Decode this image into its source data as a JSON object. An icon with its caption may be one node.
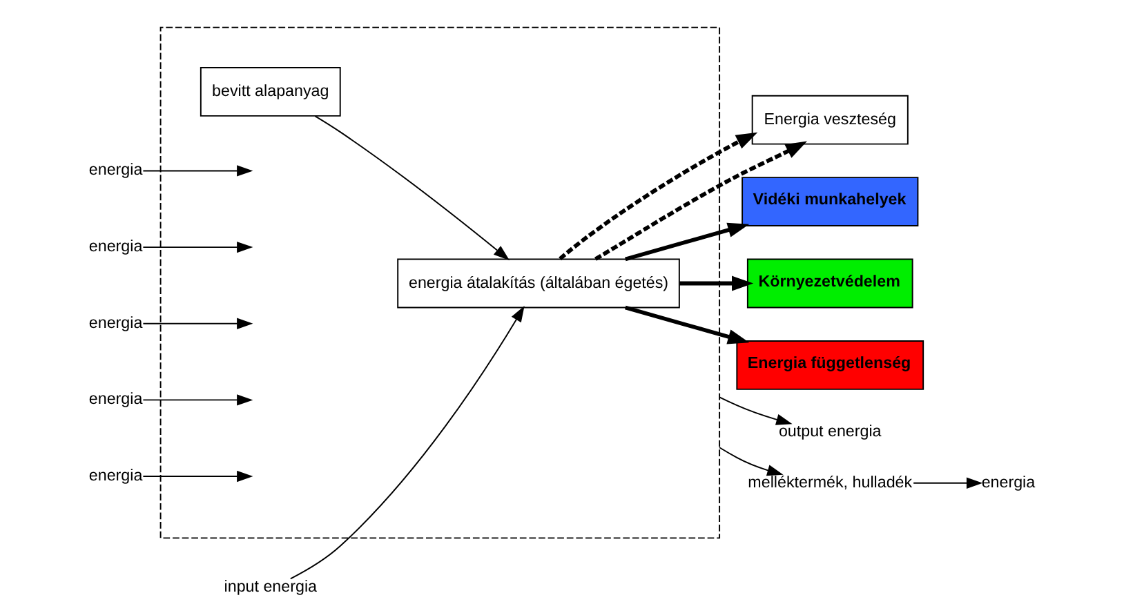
{
  "diagram": {
    "nodes": [
      {
        "text": [
          "Energia veszteség"
        ]
      },
      {
        "text": [],
        "shape": "box"
      },
      {
        "text": [
          "bevitt alapanyag"
        ],
        "in": 1
      },
      {
        "text": [
          "energia átalakítás (általában égetés)"
        ],
        "in": 1
      },
      {
        "text": [
          "Vidéki munkahelyek"
        ]
      },
      {
        "text": [
          "Környezetvédelem"
        ]
      },
      {
        "text": [
          "Energia függetlenség"
        ]
      },
      {
        "text": [
          "input energia"
        ]
      },
      {
        "text": [
          "output energia"
        ]
      },
      {
        "text": [
          "melléktermék, hulladék"
        ]
      },
      {
        "text": [
          "energia"
        ]
      },
      {
        "text": [
          "energia"
        ]
      },
      {
        "text": [
          "energia"
        ]
      },
      {
        "text": [
          "energia"
        ]
      },
      {
        "text": [
          "energia"
        ]
      },
      {
        "text": [
          "energia"
        ]
      }
    ],
    "edges": [
      {
        "from": 11,
        "to": null,
        "arrow": "to"
      },
      {
        "from": 12,
        "to": null,
        "arrow": "to"
      },
      {
        "from": 3,
        "to": 0,
        "arrow": "to",
        "style": "dashed"
      },
      {
        "from": 3,
        "to": 0,
        "arrow": "to",
        "style": "dashed"
      },
      {
        "from": 7,
        "to": 3,
        "arrow": "to"
      },
      {
        "from": 3,
        "to": 4,
        "arrow": "to",
        "style": "thick"
      },
      {
        "from": 2,
        "to": 3,
        "arrow": "to"
      },
      {
        "from": 1,
        "to": 8,
        "arrow": "to"
      },
      {
        "from": 1,
        "to": 9,
        "arrow": "to"
      },
      {
        "from": 9,
        "to": 10,
        "arrow": "to"
      },
      {
        "from": 13,
        "to": null,
        "arrow": "to"
      },
      {
        "from": 14,
        "to": null,
        "arrow": "to"
      },
      {
        "from": 15,
        "to": null,
        "arrow": "to"
      },
      {
        "from": 3,
        "to": 6,
        "arrow": "to",
        "style": "thick"
      },
      {
        "from": 3,
        "to": 5,
        "arrow": "to",
        "style": "thick"
      }
    ]
  }
}
